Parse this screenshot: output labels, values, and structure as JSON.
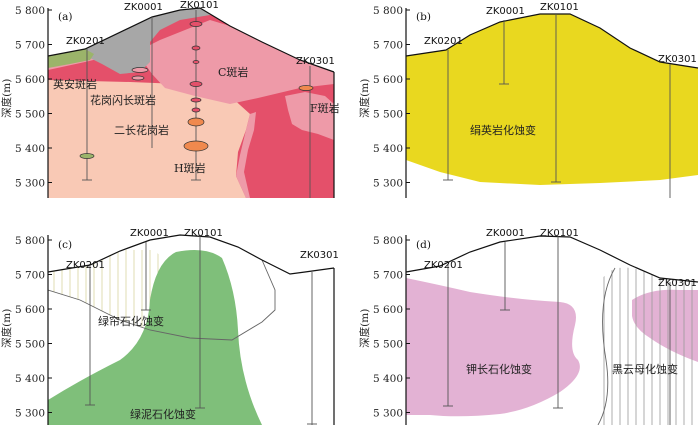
{
  "axis": {
    "y_label": "深度(m)",
    "ticks": [
      "5 800",
      "5 700",
      "5 600",
      "5 500",
      "5 400",
      "5 300"
    ]
  },
  "boreholes": {
    "zk0201": "ZK0201",
    "zk0001": "ZK0001",
    "zk0101": "ZK0101",
    "zk0301": "ZK0301"
  },
  "panels": [
    {
      "id": "(a)",
      "units": {
        "yingan": "英安斑岩",
        "huagang_shanchang": "花岗闪长斑岩",
        "erchang": "二长花岗岩",
        "c_ban": "C斑岩",
        "f_ban": "F斑岩",
        "h_ban": "H斑岩"
      }
    },
    {
      "id": "(b)",
      "units": {
        "juanying": "绢英岩化蚀变"
      }
    },
    {
      "id": "(c)",
      "units": {
        "lvlian": "绿帘石化蚀变",
        "lvni": "绿泥石化蚀变"
      }
    },
    {
      "id": "(d)",
      "units": {
        "jiachang": "钾长石化蚀变",
        "heiyunmu": "黑云母化蚀变"
      }
    }
  ],
  "colors": {
    "grey": "#a7a7a7",
    "olive": "#9bb46a",
    "pink": "#ee9aa8",
    "red": "#e4506a",
    "salmon": "#f9c9b5",
    "orange": "#f0894e",
    "yellow": "#e9d81f",
    "green": "#7fbf7a",
    "violet": "#e3b2d4"
  }
}
